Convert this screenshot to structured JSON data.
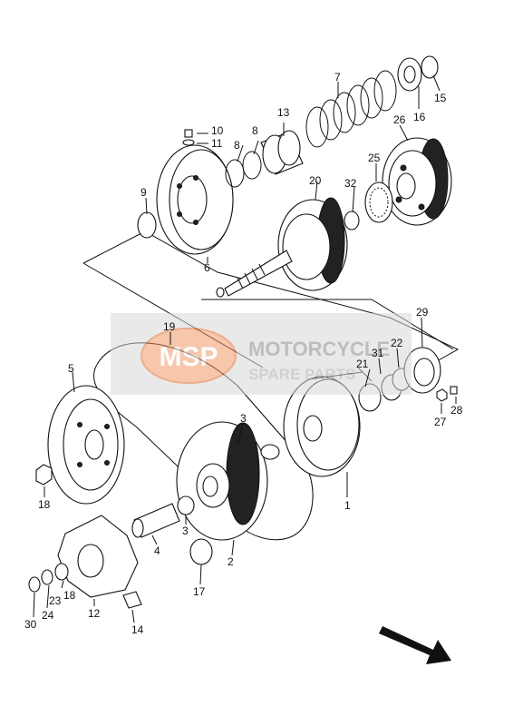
{
  "diagram": {
    "part_numbers": [
      "1",
      "2",
      "3",
      "3",
      "4",
      "5",
      "6",
      "7",
      "8",
      "8",
      "9",
      "10",
      "11",
      "12",
      "13",
      "14",
      "15",
      "16",
      "17",
      "18",
      "18",
      "19",
      "20",
      "21",
      "22",
      "23",
      "24",
      "25",
      "26",
      "27",
      "28",
      "29",
      "30",
      "31",
      "32"
    ],
    "watermark": {
      "logo_text": "MSP",
      "title": "MOTORCYCLE",
      "subtitle": "SPARE PARTS"
    }
  }
}
